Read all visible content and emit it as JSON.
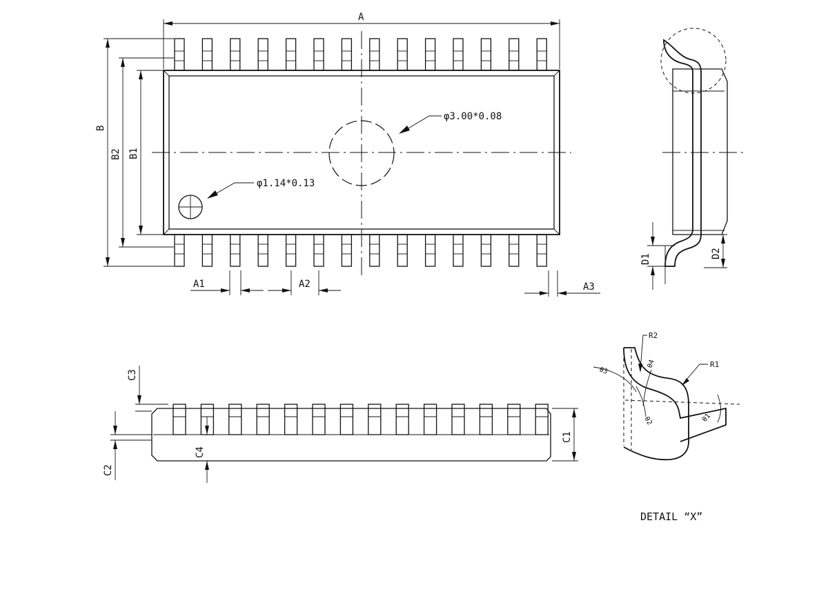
{
  "drawing": {
    "labels": {
      "A": "A",
      "A1": "A1",
      "A2": "A2",
      "A3": "A3",
      "B": "B",
      "B1": "B1",
      "B2": "B2",
      "C1": "C1",
      "C2": "C2",
      "C3": "C3",
      "C4": "C4",
      "D1": "D1",
      "D2": "D2",
      "hole_large": "φ3.00*0.08",
      "hole_small": "φ1.14*0.13",
      "R1": "R1",
      "R2": "R2",
      "theta1": "θ1",
      "theta2": "θ2",
      "theta3": "θ3",
      "theta4": "θ4",
      "detail": "DETAIL “X”"
    },
    "pin_count_per_side": 14
  }
}
